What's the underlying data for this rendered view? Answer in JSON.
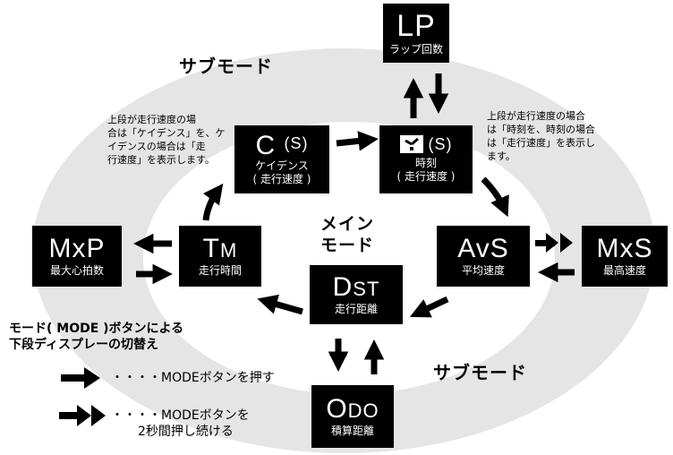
{
  "headings": {
    "sub_mode_top": "サブモード",
    "sub_mode_bottom": "サブモード",
    "main_mode_line1": "メイン",
    "main_mode_line2": "モード"
  },
  "modes": {
    "lp": {
      "big": "LP",
      "label": "ラップ回数"
    },
    "c": {
      "big": "C",
      "suffix": "(S)",
      "label1": "ケイデンス",
      "label2": "( 走行速度 )"
    },
    "clock": {
      "suffix": "(S)",
      "label1": "時刻",
      "label2": "( 走行速度 )"
    },
    "avs": {
      "big": "AvS",
      "label": "平均速度"
    },
    "mxs": {
      "big": "MxS",
      "label": "最高速度"
    },
    "tm": {
      "big_main": "T",
      "big_small": "M",
      "label": "走行時間"
    },
    "mxp": {
      "big": "MxP",
      "label": "最大心拍数"
    },
    "dst": {
      "big_main": "D",
      "big_small": "ST",
      "label": "走行距離"
    },
    "odo": {
      "big_main": "O",
      "big_small": "DO",
      "label": "積算距離"
    }
  },
  "notes": {
    "left": [
      "上段が走行速度の場",
      "合は「ケイデンス」を、ケ",
      "イデンスの場合は「走",
      "行速度」を表示します。"
    ],
    "right": [
      "上段が走行速度の場合",
      "は「時刻を、時刻の場合",
      "は「走行速度」を表示し",
      "ます。"
    ]
  },
  "legend": {
    "title_line1": "モード( MODE )ボタンによる",
    "title_line2": "下段ディスプレーの切替え",
    "press": "・・・・MODEボタンを押す",
    "hold_line1": "・・・・MODEボタンを",
    "hold_line2": "2秒間押し続ける"
  },
  "colors": {
    "box": "#000000",
    "ring": "#e5e5e5",
    "text_on_box": "#ffffff"
  }
}
